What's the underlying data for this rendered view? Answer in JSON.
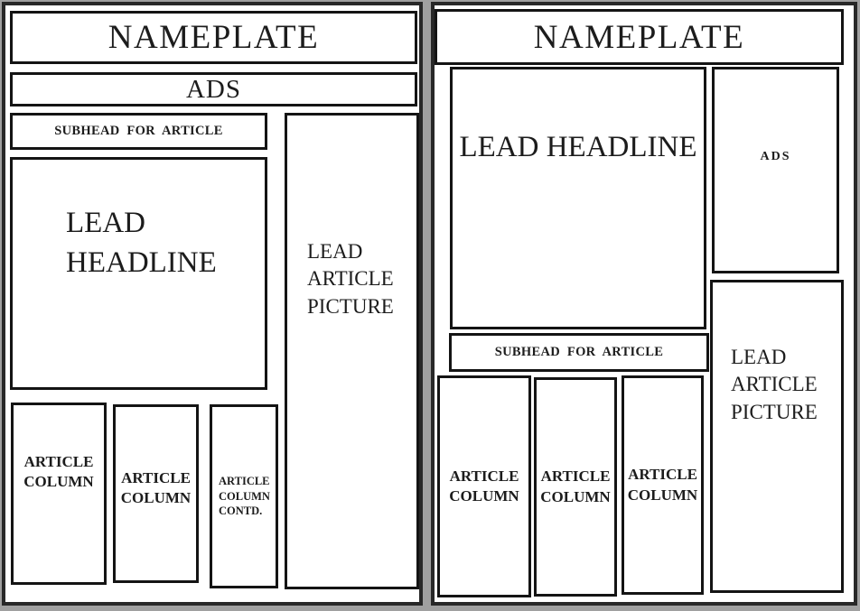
{
  "colors": {
    "canvas_bg": "#a0a0a0",
    "page_bg": "#ffffff",
    "box_border": "#141414",
    "page_border": "#282828",
    "text": "#1c1c1c"
  },
  "pages": [
    {
      "nameplate": "NAMEPLATE",
      "ads": "ADS",
      "subhead": "SUBHEAD FOR ARTICLE",
      "lead_headline": "LEAD HEADLINE",
      "lead_article_picture": "LEAD ARTICLE PICTURE",
      "columns": [
        "ARTICLE COLUMN",
        "ARTICLE COLUMN",
        "ARTICLE COLUMN CONTD."
      ]
    },
    {
      "nameplate": "NAMEPLATE",
      "ads": "ADS",
      "subhead": "SUBHEAD FOR ARTICLE",
      "lead_headline": "LEAD HEADLINE",
      "lead_article_picture": "LEAD ARTICLE PICTURE",
      "columns": [
        "ARTICLE COLUMN",
        "ARTICLE COLUMN",
        "ARTICLE COLUMN"
      ]
    }
  ]
}
